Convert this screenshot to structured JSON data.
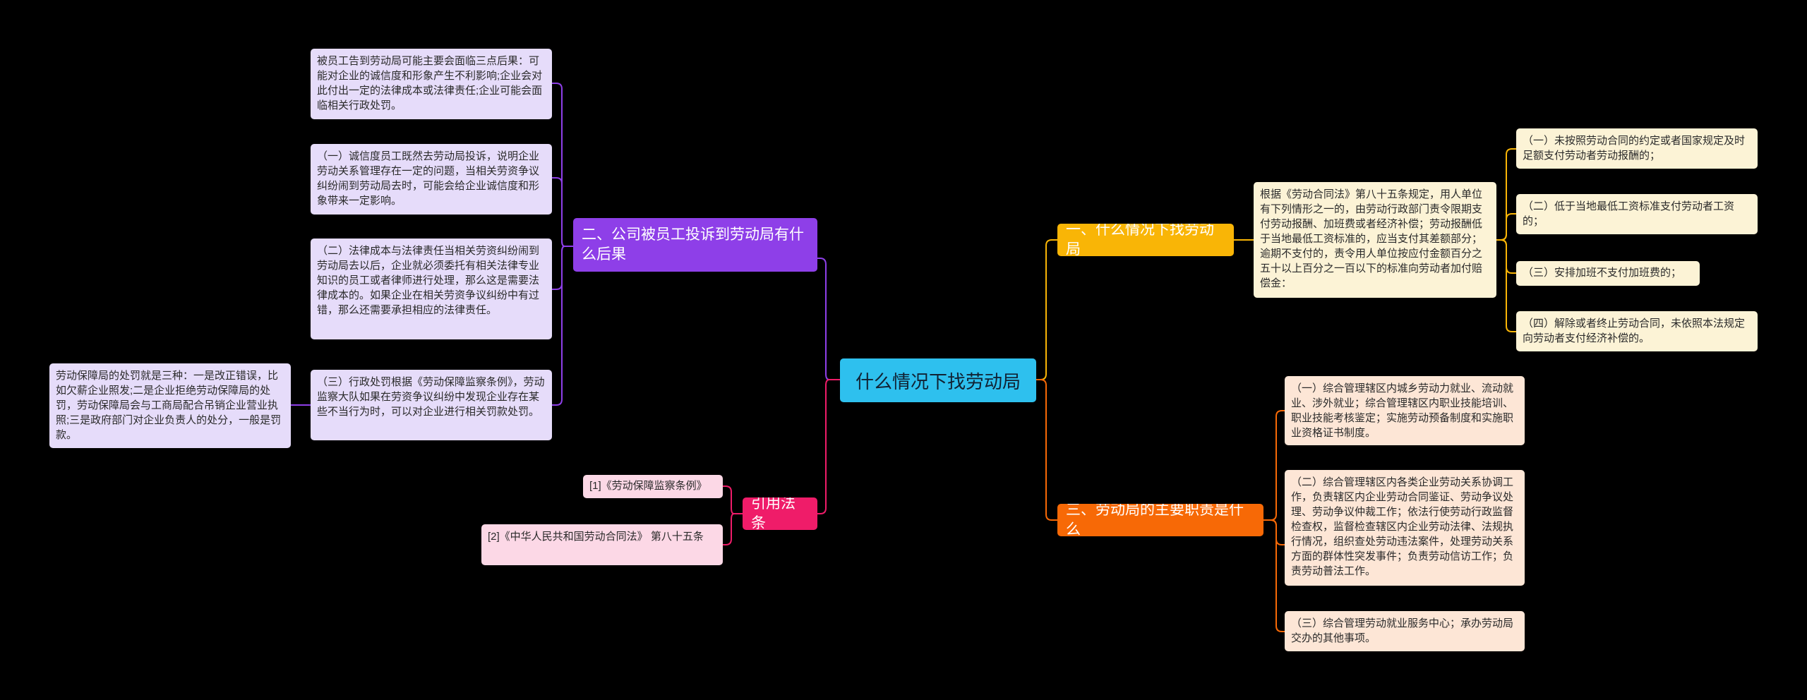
{
  "root": {
    "title": "什么情况下找劳动局"
  },
  "colors": {
    "root": "#2ec0ee",
    "purple": "#8e3fe8",
    "yellow": "#f9b506",
    "orange": "#f76906",
    "pink": "#ef1c69"
  },
  "branches": {
    "purple": {
      "label": "二、公司被员工投诉到劳动局有什么后果",
      "items": [
        "被员工告到劳动局可能主要会面临三点后果：可能对企业的诚信度和形象产生不利影响;企业会对此付出一定的法律成本或法律责任;企业可能会面临相关行政处罚。",
        "（一）诚信度员工既然去劳动局投诉，说明企业劳动关系管理存在一定的问题，当相关劳资争议纠纷闹到劳动局去时，可能会给企业诚信度和形象带来一定影响。",
        "（二）法律成本与法律责任当相关劳资纠纷闹到劳动局去以后，企业就必须委托有相关法律专业知识的员工或者律师进行处理，那么这是需要法律成本的。如果企业在相关劳资争议纠纷中有过错，那么还需要承担相应的法律责任。",
        "（三）行政处罚根据《劳动保障监察条例》，劳动监察大队如果在劳资争议纠纷中发现企业存在某些不当行为时，可以对企业进行相关罚款处罚。"
      ],
      "sub_item": "劳动保障局的处罚就是三种：一是改正错误，比如欠薪企业照发;二是企业拒绝劳动保障局的处罚，劳动保障局会与工商局配合吊销企业营业执照;三是政府部门对企业负责人的处分，一般是罚款。"
    },
    "yellow": {
      "label": "一、什么情况下找劳动局",
      "intro": "根据《劳动合同法》第八十五条规定，用人单位有下列情形之一的，由劳动行政部门责令限期支付劳动报酬、加班费或者经济补偿；劳动报酬低于当地最低工资标准的，应当支付其差额部分；逾期不支付的，责令用人单位按应付金额百分之五十以上百分之一百以下的标准向劳动者加付赔偿金：",
      "items": [
        "（一）未按照劳动合同的约定或者国家规定及时足额支付劳动者劳动报酬的；",
        "（二）低于当地最低工资标准支付劳动者工资的；",
        "（三）安排加班不支付加班费的；",
        "（四）解除或者终止劳动合同，未依照本法规定向劳动者支付经济补偿的。"
      ]
    },
    "orange": {
      "label": "三、劳动局的主要职责是什么",
      "items": [
        "（一）综合管理辖区内城乡劳动力就业、流动就业、涉外就业；综合管理辖区内职业技能培训、职业技能考核鉴定；实施劳动预备制度和实施职业资格证书制度。",
        "（二）综合管理辖区内各类企业劳动关系协调工作，负责辖区内企业劳动合同鉴证、劳动争议处理、劳动争议仲裁工作；依法行使劳动行政监督检查权，监督检查辖区内企业劳动法律、法规执行情况，组织查处劳动违法案件，处理劳动关系方面的群体性突发事件；负责劳动信访工作；负责劳动普法工作。",
        "（三）综合管理劳动就业服务中心；承办劳动局交办的其他事项。"
      ]
    },
    "pink": {
      "label": "引用法条",
      "items": [
        "[1]《劳动保障监察条例》",
        "[2]《中华人民共和国劳动合同法》 第八十五条"
      ]
    }
  }
}
